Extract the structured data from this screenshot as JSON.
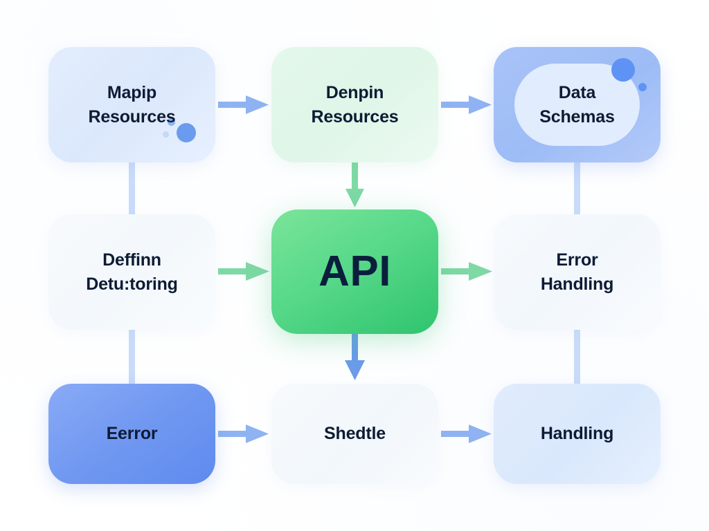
{
  "diagram": {
    "title": "API flow diagram",
    "background_color": "#ffffff",
    "palette": {
      "text_dark": "#0d1b34",
      "blue_accent": "#5f8bef",
      "blue_soft": "#9dbcf6",
      "blue_pale": "#dbe8fc",
      "green_accent": "#2fc46e",
      "green_soft": "#7be49a",
      "green_pale": "#dff6e8",
      "neutral_pale": "#f3f8fc",
      "arrow_blue": "#8fb3f2",
      "arrow_green": "#7ed9a4"
    },
    "nodes": [
      {
        "id": "map",
        "label": "Mapip\nResources",
        "row": 1,
        "col": 1,
        "style": "blue-pale"
      },
      {
        "id": "define",
        "label": "Denpin\nResources",
        "row": 1,
        "col": 2,
        "style": "green-pale"
      },
      {
        "id": "schemas",
        "label": "Data\nSchemas",
        "row": 1,
        "col": 3,
        "style": "blue-soft"
      },
      {
        "id": "defmon",
        "label": "Deffinn\nDetu:toring",
        "row": 2,
        "col": 1,
        "style": "neutral-pale"
      },
      {
        "id": "api",
        "label": "API",
        "row": 2,
        "col": 2,
        "style": "green-accent"
      },
      {
        "id": "errh",
        "label": "Error\nHandling",
        "row": 2,
        "col": 3,
        "style": "neutral-pale"
      },
      {
        "id": "eerror",
        "label": "Eerror",
        "row": 3,
        "col": 1,
        "style": "blue-accent"
      },
      {
        "id": "shed",
        "label": "Shedtle",
        "row": 3,
        "col": 2,
        "style": "neutral-pale"
      },
      {
        "id": "hand",
        "label": "Handling",
        "row": 3,
        "col": 3,
        "style": "blue-pale"
      }
    ],
    "connectors": [
      {
        "id": "map-to-define",
        "from": "map",
        "to": "define",
        "direction": "right",
        "color": "#8fb3f2",
        "arrowhead": true
      },
      {
        "id": "define-to-schemas",
        "from": "define",
        "to": "schemas",
        "direction": "right",
        "color": "#8fb3f2",
        "arrowhead": true
      },
      {
        "id": "map-to-defmon",
        "from": "map",
        "to": "defmon",
        "direction": "down",
        "color": "#c8dbfa",
        "arrowhead": false
      },
      {
        "id": "define-to-api",
        "from": "define",
        "to": "api",
        "direction": "down",
        "color": "#7ed9a4",
        "arrowhead": true
      },
      {
        "id": "schemas-to-errh",
        "from": "schemas",
        "to": "errh",
        "direction": "down",
        "color": "#c8dbfa",
        "arrowhead": false
      },
      {
        "id": "defmon-to-api",
        "from": "defmon",
        "to": "api",
        "direction": "right",
        "color": "#7ed9a4",
        "arrowhead": true
      },
      {
        "id": "api-to-errh",
        "from": "api",
        "to": "errh",
        "direction": "right",
        "color": "#7ed9a4",
        "arrowhead": true
      },
      {
        "id": "defmon-to-eerror",
        "from": "defmon",
        "to": "eerror",
        "direction": "down",
        "color": "#c8dbfa",
        "arrowhead": false
      },
      {
        "id": "api-to-shed",
        "from": "api",
        "to": "shed",
        "direction": "down",
        "color": "#6b9bea",
        "arrowhead": true
      },
      {
        "id": "errh-to-hand",
        "from": "errh",
        "to": "hand",
        "direction": "down",
        "color": "#c8dbfa",
        "arrowhead": false
      },
      {
        "id": "eerror-to-shed",
        "from": "eerror",
        "to": "shed",
        "direction": "right",
        "color": "#8fb3f2",
        "arrowhead": true
      },
      {
        "id": "shed-to-hand",
        "from": "shed",
        "to": "hand",
        "direction": "right",
        "color": "#8fb3f2",
        "arrowhead": true
      }
    ],
    "decorations": [
      {
        "id": "map-bubble-large",
        "node": "map",
        "shape": "circle",
        "color": "#6b9bef"
      },
      {
        "id": "map-bubble-small",
        "node": "map",
        "shape": "circle",
        "color": "#8db3f4"
      },
      {
        "id": "map-bubble-tiny",
        "node": "map",
        "shape": "circle",
        "color": "#c3d8fa"
      },
      {
        "id": "schemas-bubble-large",
        "node": "schemas",
        "shape": "circle",
        "color": "#5e93f5"
      },
      {
        "id": "schemas-bubble-small",
        "node": "schemas",
        "shape": "circle",
        "color": "#5e93f5"
      },
      {
        "id": "schemas-inner-pill",
        "node": "schemas",
        "shape": "pill",
        "color": "#e8f1fe"
      }
    ]
  }
}
